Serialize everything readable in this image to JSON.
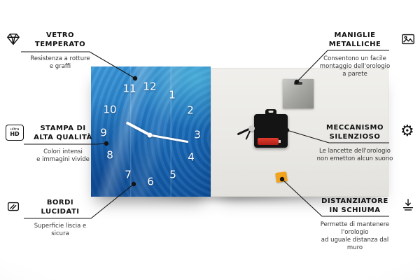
{
  "product": {
    "clock_front": {
      "numbers": [
        "12",
        "1",
        "2",
        "3",
        "4",
        "5",
        "6",
        "7",
        "8",
        "9",
        "10",
        "11"
      ]
    }
  },
  "callouts": {
    "left": [
      {
        "title1": "VETRO",
        "title2": "TEMPERATO",
        "desc": "Resistenza a rotture\ne graffi",
        "icon": "diamond-icon"
      },
      {
        "title1": "STAMPA DI",
        "title2": "ALTA QUALITÀ",
        "desc": "Colori intensi\ne immagini vivide",
        "icon": "ultra-hd-icon",
        "icon_text_top": "ultra",
        "icon_text_bottom": "HD"
      },
      {
        "title1": "BORDI",
        "title2": "LUCIDATI",
        "desc": "Superficie liscia e sicura",
        "icon": "polished-edge-icon"
      }
    ],
    "right": [
      {
        "title1": "MANIGLIE",
        "title2": "METALLICHE",
        "desc": "Consentono un facile\nmontaggio dell'orologio\na parete",
        "icon": "picture-frame-icon"
      },
      {
        "title1": "MECCANISMO",
        "title2": "SILENZIOSO",
        "desc": "Le lancette dell'orologio\nnon emetton alcun suono",
        "icon": "gear-icon",
        "gear_glyph": "⚙"
      },
      {
        "title1": "DISTANZIATORE",
        "title2": "IN SCHIUMA",
        "desc": "Permette di mantenere l'orologio\nad uguale distanza dal muro",
        "icon": "wall-spacer-icon"
      }
    ]
  }
}
